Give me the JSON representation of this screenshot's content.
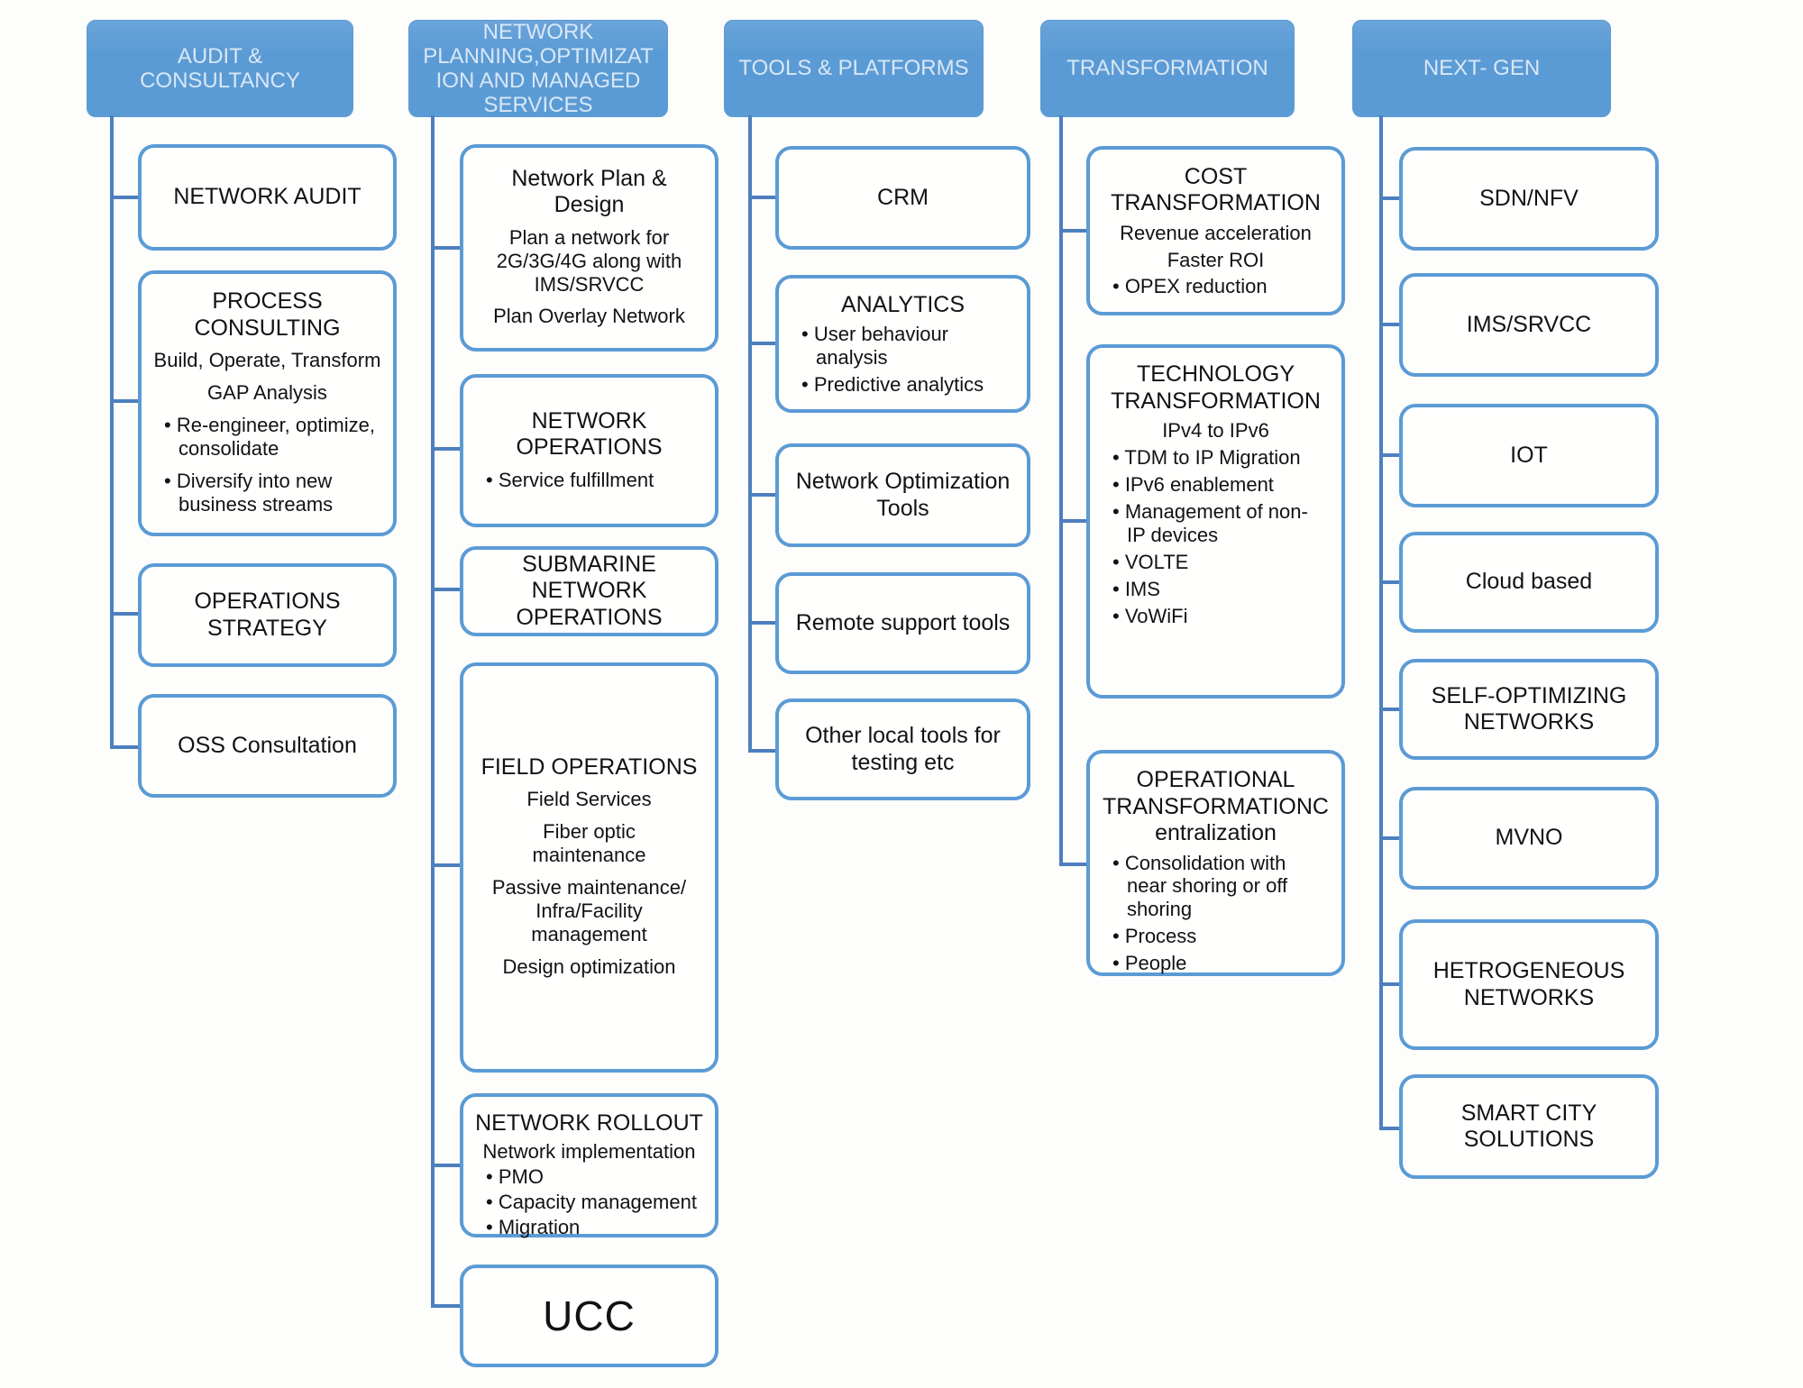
{
  "columns": [
    {
      "header": "AUDIT &\nCONSULTANCY",
      "children": [
        {
          "title": "NETWORK AUDIT",
          "lines": []
        },
        {
          "title": "PROCESS\nCONSULTING",
          "lines": [
            {
              "text": "Build, Operate, Transform"
            },
            {
              "text": "GAP Analysis"
            },
            {
              "text": "• Re-engineer, optimize,\nconsolidate",
              "bullet": true
            },
            {
              "text": "• Diversify into new\nbusiness streams",
              "bullet": true
            }
          ]
        },
        {
          "title": "OPERATIONS\nSTRATEGY",
          "lines": []
        },
        {
          "title": "OSS Consultation",
          "lines": []
        }
      ]
    },
    {
      "header": "NETWORK\nPLANNING,OPTIMIZAT\nION AND MANAGED\nSERVICES",
      "children": [
        {
          "title": "Network Plan & Design",
          "lines": [
            {
              "text": "Plan a network for\n2G/3G/4G along with\nIMS/SRVCC"
            },
            {
              "text": "Plan Overlay Network"
            }
          ]
        },
        {
          "title": "NETWORK\nOPERATIONS",
          "lines": [
            {
              "text": "• Service fulfillment",
              "bullet": true
            }
          ]
        },
        {
          "title": "SUBMARINE\nNETWORK\nOPERATIONS",
          "lines": []
        },
        {
          "title": "FIELD OPERATIONS",
          "lines": [
            {
              "text": "Field Services"
            },
            {
              "text": "Fiber optic\nmaintenance"
            },
            {
              "text": "Passive maintenance/\nInfra/Facility\nmanagement"
            },
            {
              "text": "Design optimization"
            }
          ]
        },
        {
          "title": "NETWORK ROLLOUT",
          "lines": [
            {
              "text": "Network implementation"
            },
            {
              "text": "• PMO",
              "bullet": true
            },
            {
              "text": "• Capacity management",
              "bullet": true
            },
            {
              "text": "• Migration",
              "bullet": true
            }
          ]
        },
        {
          "title": "UCC",
          "lines": []
        }
      ]
    },
    {
      "header": "TOOLS & PLATFORMS",
      "children": [
        {
          "title": "CRM",
          "lines": []
        },
        {
          "title": "ANALYTICS",
          "lines": [
            {
              "text": "• User behaviour\nanalysis",
              "bullet": true
            },
            {
              "text": "• Predictive analytics",
              "bullet": true
            }
          ]
        },
        {
          "title": "Network Optimization\nTools",
          "lines": []
        },
        {
          "title": "Remote support tools",
          "lines": []
        },
        {
          "title": "Other local tools for\ntesting etc",
          "lines": []
        }
      ]
    },
    {
      "header": "TRANSFORMATION",
      "children": [
        {
          "title": "COST\nTRANSFORMATION",
          "lines": [
            {
              "text": "Revenue acceleration"
            },
            {
              "text": "Faster ROI"
            },
            {
              "text": "• OPEX reduction",
              "bullet": true
            }
          ]
        },
        {
          "title": "TECHNOLOGY\nTRANSFORMATION",
          "lines": [
            {
              "text": "IPv4 to IPv6"
            },
            {
              "text": "• TDM to IP Migration",
              "bullet": true
            },
            {
              "text": "• IPv6 enablement",
              "bullet": true
            },
            {
              "text": "• Management of non-\nIP devices",
              "bullet": true
            },
            {
              "text": "• VOLTE",
              "bullet": true
            },
            {
              "text": "• IMS",
              "bullet": true
            },
            {
              "text": "• VoWiFi",
              "bullet": true
            }
          ]
        },
        {
          "title": "OPERATIONAL\nTRANSFORMATIONC\nentralization",
          "lines": [
            {
              "text": "• Consolidation with\nnear shoring or off\nshoring",
              "bullet": true
            },
            {
              "text": "• Process",
              "bullet": true
            },
            {
              "text": "• People",
              "bullet": true
            }
          ]
        }
      ]
    },
    {
      "header": "NEXT- GEN",
      "children": [
        {
          "title": "SDN/NFV",
          "lines": []
        },
        {
          "title": "IMS/SRVCC",
          "lines": []
        },
        {
          "title": "IOT",
          "lines": []
        },
        {
          "title": "Cloud based",
          "lines": []
        },
        {
          "title": "SELF-OPTIMIZING\nNETWORKS",
          "lines": []
        },
        {
          "title": "MVNO",
          "lines": []
        },
        {
          "title": "HETROGENEOUS\nNETWORKS",
          "lines": []
        },
        {
          "title": "SMART CITY\nSOLUTIONS",
          "lines": []
        }
      ]
    }
  ],
  "colors": {
    "header_fill": "#5b9bd5",
    "header_text": "#d9e7f6",
    "box_border": "#5b9bd5",
    "connector": "#4d7fbe",
    "body_text": "#121212"
  }
}
